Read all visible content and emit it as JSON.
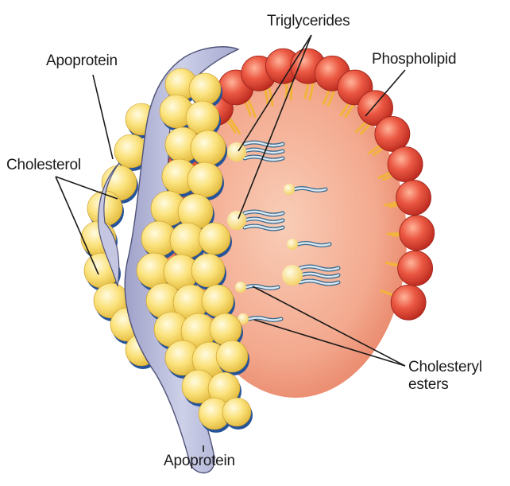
{
  "labels": {
    "apoprotein_top": "Apoprotein",
    "cholesterol": "Cholesterol",
    "triglycerides": "Triglycerides",
    "phospholipid": "Phospholipid",
    "cholesteryl_line1": "Cholesteryl",
    "cholesteryl_line2": "esters",
    "apoprotein_bottom": "Apoprotein"
  },
  "colors": {
    "phospholipid_head": "#e34a3a",
    "phospholipid_tail": "#f2b43a",
    "core": "#f3a98e",
    "cholesterol_sphere": "#fbe27c",
    "apoprotein": "#b8b9d8",
    "triglyceride_chain": "#8fb4cf",
    "outline": "#1a1a1a"
  }
}
